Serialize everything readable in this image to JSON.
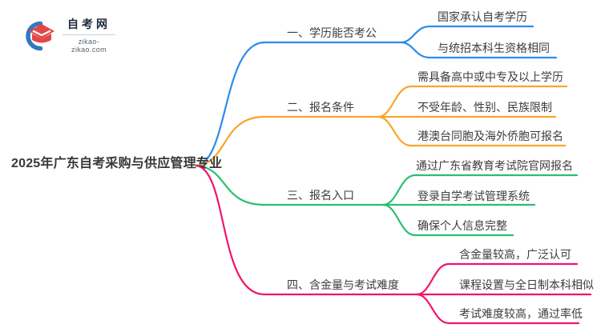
{
  "logo": {
    "title": "自考网",
    "subtitle": "zikao-zikao.com",
    "icon": "graduation-cap-with-blue-crescent",
    "colors": {
      "crescent_blue": "#3279BE",
      "cap_red": "#E24646",
      "title_navy": "#1d2a3a"
    }
  },
  "mindmap": {
    "root": "2025年广东自考采购与供应管理专业",
    "text_color": "#3a3a3a",
    "branches": [
      {
        "label": "一、学历能否考公",
        "color": "#2B8DEB",
        "children": [
          "国家承认自考学历",
          "与统招本科生资格相同"
        ]
      },
      {
        "label": "二、报名条件",
        "color": "#F7A52B",
        "children": [
          "需具备高中或中专及以上学历",
          "不受年龄、性别、民族限制",
          "港澳台同胞及海外侨胞可报名"
        ]
      },
      {
        "label": "三、报名入口",
        "color": "#2BBE71",
        "children": [
          "通过广东省教育考试院官网报名",
          "登录自学考试管理系统",
          "确保个人信息完整"
        ]
      },
      {
        "label": "四、含金量与考试难度",
        "color": "#F0146E",
        "children": [
          "含金量较高，广泛认可",
          "课程设置与全日制本科相似",
          "考试难度较高，通过率低"
        ]
      }
    ]
  }
}
